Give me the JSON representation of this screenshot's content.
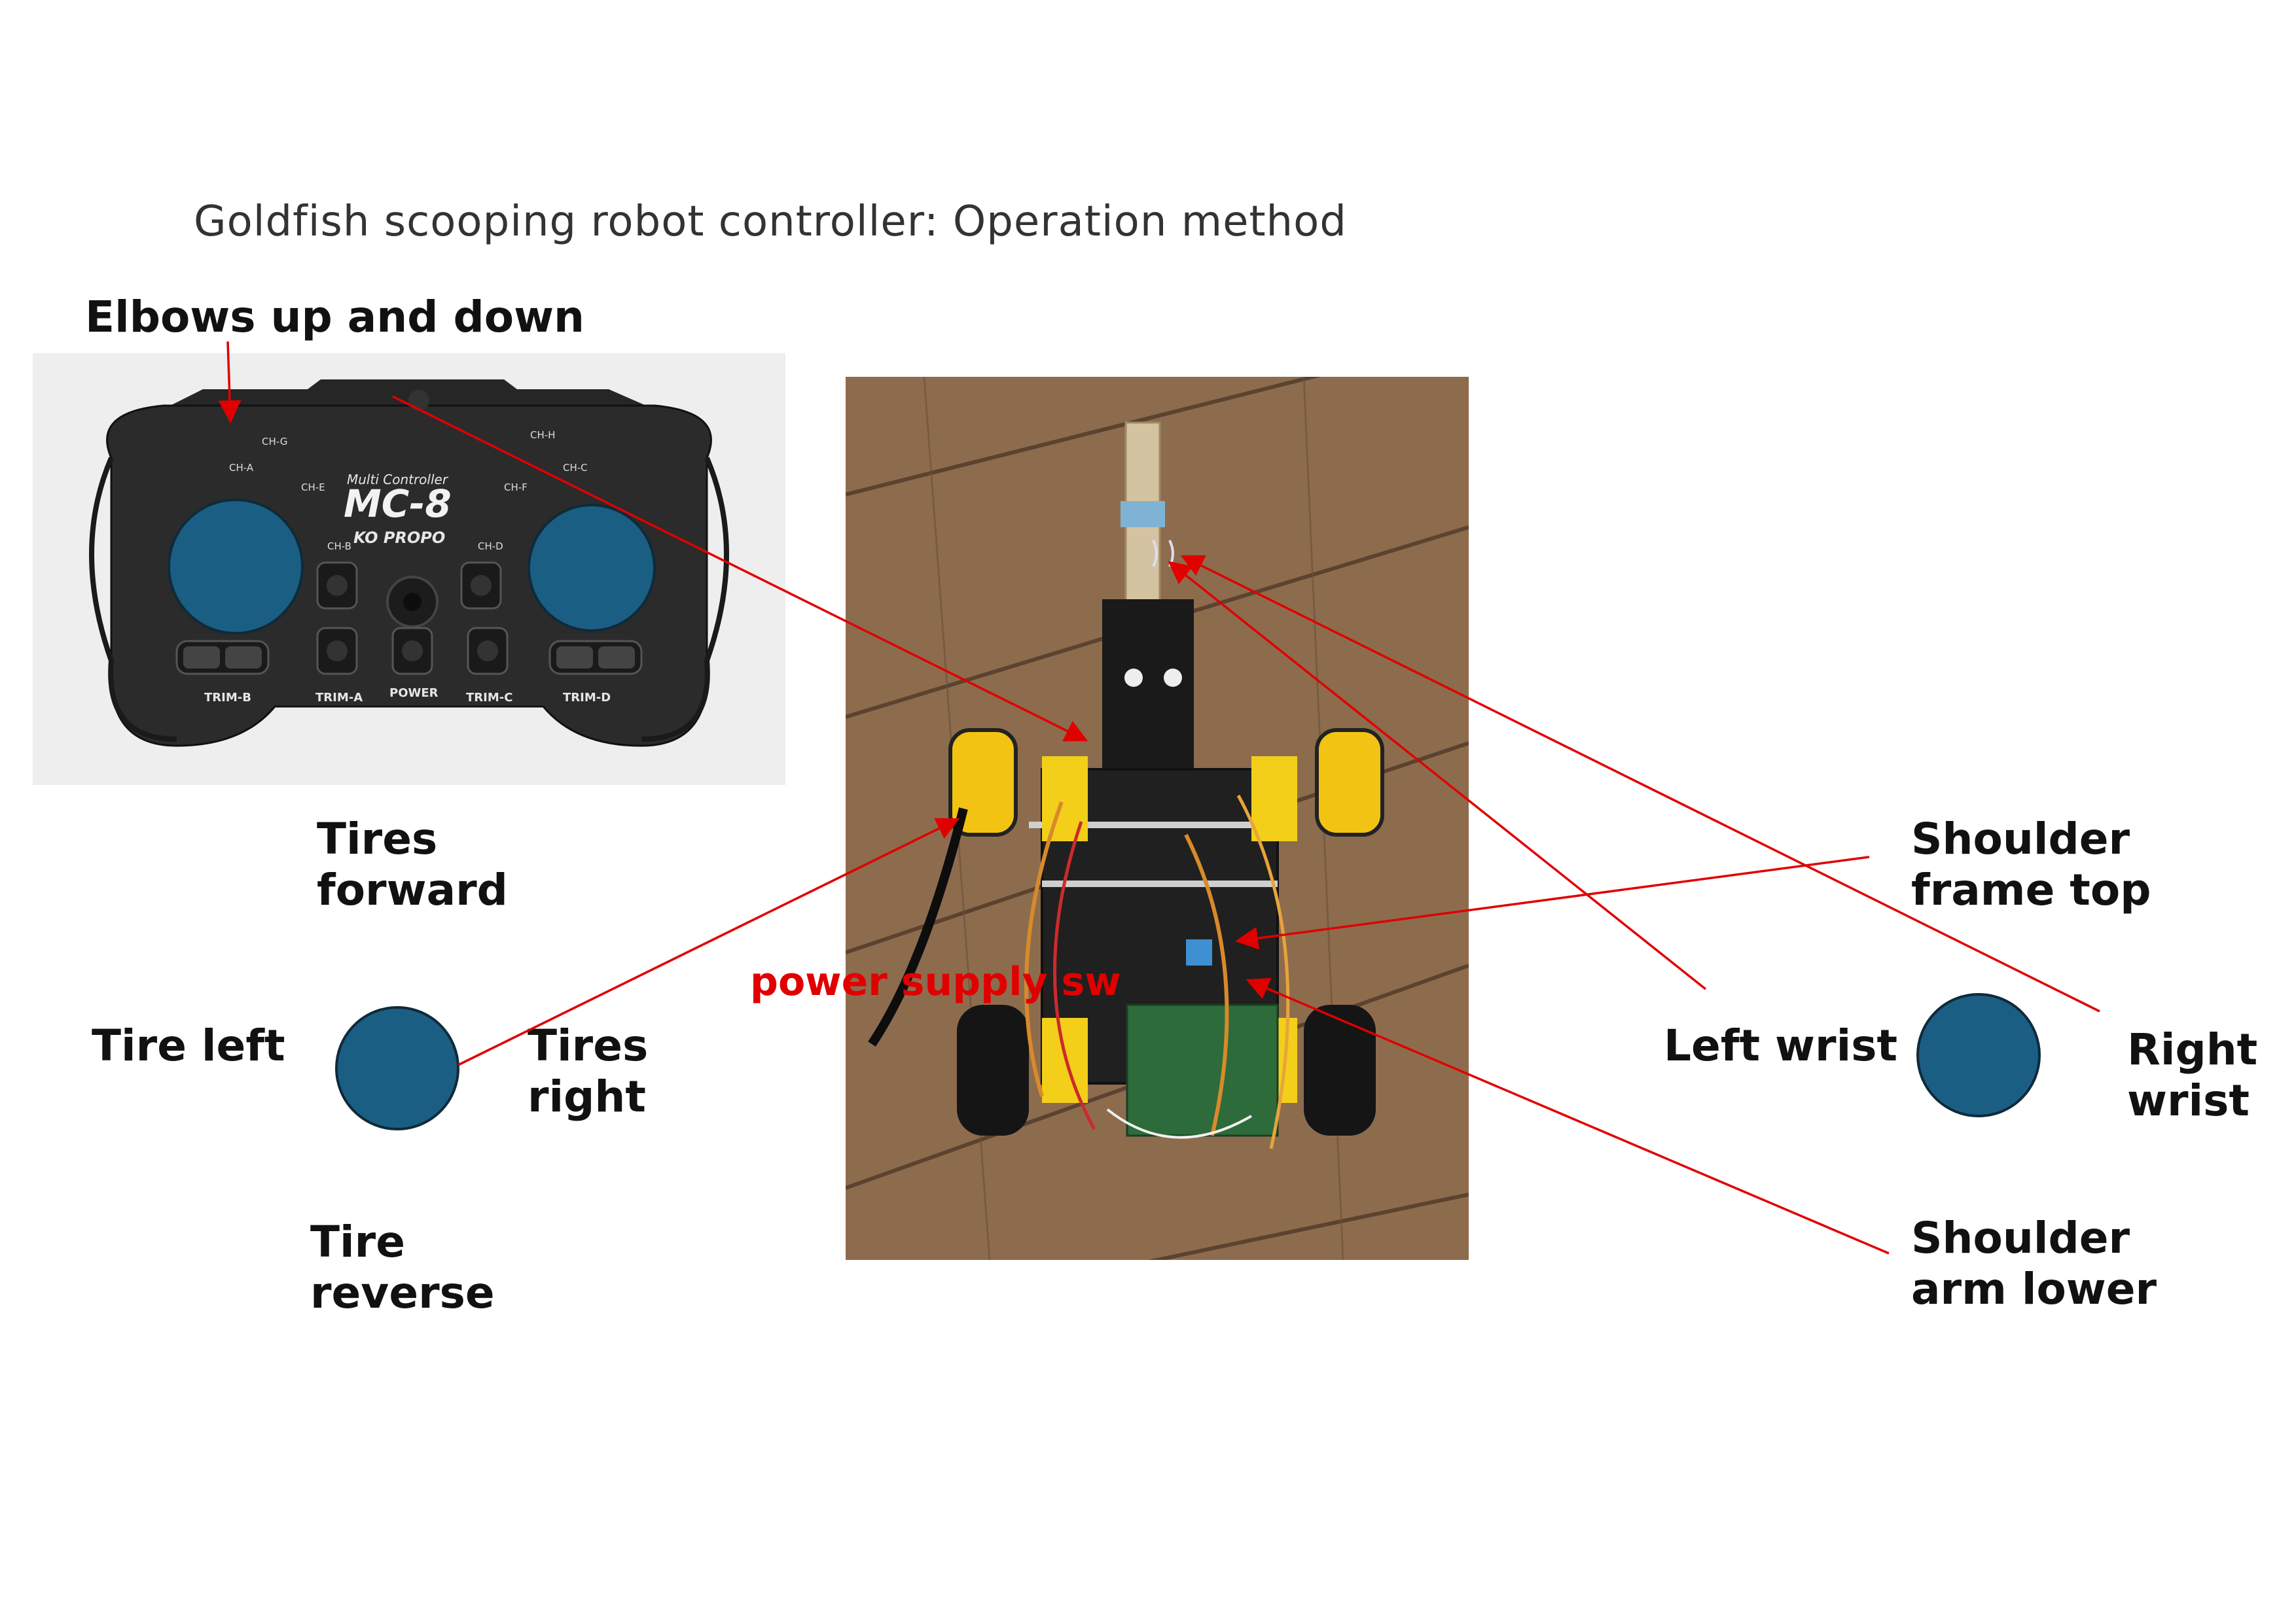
{
  "title": "Goldfish scooping robot controller: Operation method",
  "controller": {
    "brand_line": "Multi Controller",
    "model": "MC-8",
    "maker": "KO PROPO",
    "channels": [
      "CH-A",
      "CH-B",
      "CH-C",
      "CH-D",
      "CH-E",
      "CH-F",
      "CH-G",
      "CH-H"
    ],
    "trims": [
      "TRIM-B",
      "TRIM-A",
      "POWER",
      "TRIM-C",
      "TRIM-D"
    ]
  },
  "labels": {
    "elbows": "Elbows up and down",
    "tires_forward": "Tires\nforward",
    "tire_left": "Tire left",
    "tires_right": "Tires\nright",
    "tire_reverse": "Tire\nreverse",
    "power_switch": "power supply sw",
    "shoulder_frame_top": "Shoulder\nframe top",
    "left_wrist": "Left wrist",
    "right_wrist": "Right\nwrist",
    "shoulder_arm_lower": "Shoulder\narm lower"
  },
  "colors": {
    "stick": "#1b5e83",
    "arrow": "#e00000",
    "controller_body": "#2b2b2b"
  }
}
